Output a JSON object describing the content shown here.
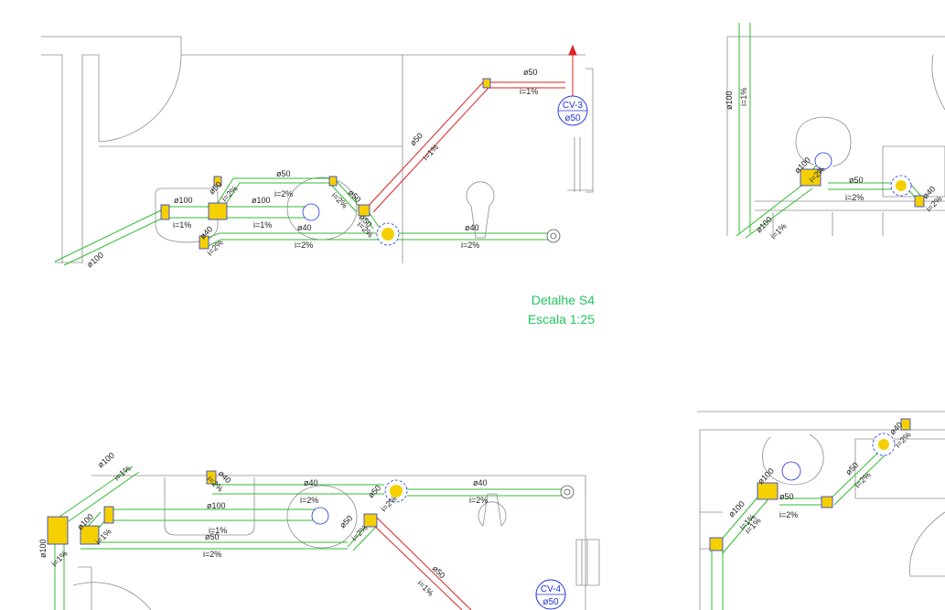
{
  "detail": {
    "title": "Detalhe S4",
    "scale": "Escala 1:25"
  },
  "vents": [
    {
      "name": "CV-3",
      "diameter": "ø50"
    },
    {
      "name": "CV-4",
      "diameter": "ø50"
    }
  ],
  "panel_top_left": {
    "labels": [
      "ø50",
      "i=1%",
      "ø50",
      "i=1%",
      "ø50",
      "ø50",
      "i=2%",
      "ø50",
      "i=2%",
      "ø50",
      "i=2%",
      "ø100",
      "ø100",
      "i=2%",
      "i=1%",
      "i=1%",
      "ø40",
      "i=2%",
      "ø40",
      "i=2%",
      "ø40",
      "i=2%",
      "ø100",
      "ø50",
      "i=2%"
    ]
  },
  "panel_top_right": {
    "labels": [
      "ø100",
      "i=1%",
      "ø100",
      "i=2%",
      "ø50",
      "i=2%",
      "ø100",
      "i=1%",
      "ø40",
      "i=2%"
    ]
  },
  "panel_bottom_left": {
    "labels": [
      "ø100",
      "i=1%",
      "ø40",
      "i=2%",
      "ø40",
      "i=2%",
      "ø40",
      "i=2%",
      "ø100",
      "ø100",
      "i=1%",
      "ø100",
      "i=1%",
      "ø50",
      "i=1%",
      "i=2%",
      "ø50",
      "i=2%",
      "ø50",
      "i=2%",
      "ø50",
      "i=1%"
    ]
  },
  "panel_bottom_right": {
    "labels": [
      "ø40",
      "i=2%",
      "ø100",
      "i=1%",
      "ø50",
      "i=2%",
      "ø50",
      "i=2%",
      "ø100",
      "i=1%"
    ]
  },
  "colors": {
    "pipe_green": "#33bb33",
    "pipe_red": "#dd2222",
    "vent_blue": "#2233dd",
    "fitting_yellow": "#f5d000",
    "wall_gray": "#8c8c8c",
    "title_green": "#22c55e"
  }
}
